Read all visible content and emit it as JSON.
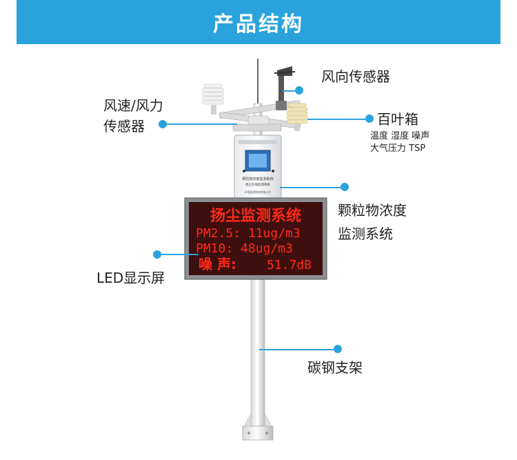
{
  "header": {
    "title": "产品结构"
  },
  "labels": {
    "wind_direction": "风向传感器",
    "wind_speed_line1": "风速/风力",
    "wind_speed_line2": "传感器",
    "louver_box": "百叶箱",
    "louver_sub1": "温度 湿度 噪声",
    "louver_sub2": "大气压力 TSP",
    "monitor_line1": "颗粒物浓度",
    "monitor_line2": "监测系统",
    "led_screen": "LED显示屏",
    "steel_pole": "碳钢支架"
  },
  "cabinet": {
    "line1": "颗粒物浓度监测系统",
    "line2": "扬尘在线监测系统",
    "line3": "环境监测科技有限公司"
  },
  "led_display": {
    "title": "扬尘监测系统",
    "row1": "PM2.5: 11ug/m3",
    "row2": "PM10:  48ug/m3",
    "row3_label": "噪 声:",
    "row3_value": "51.7dB"
  },
  "colors": {
    "accent": "#2aa3dd",
    "led_red": "#ff2a1a",
    "led_bg": "#3a0d0d"
  }
}
